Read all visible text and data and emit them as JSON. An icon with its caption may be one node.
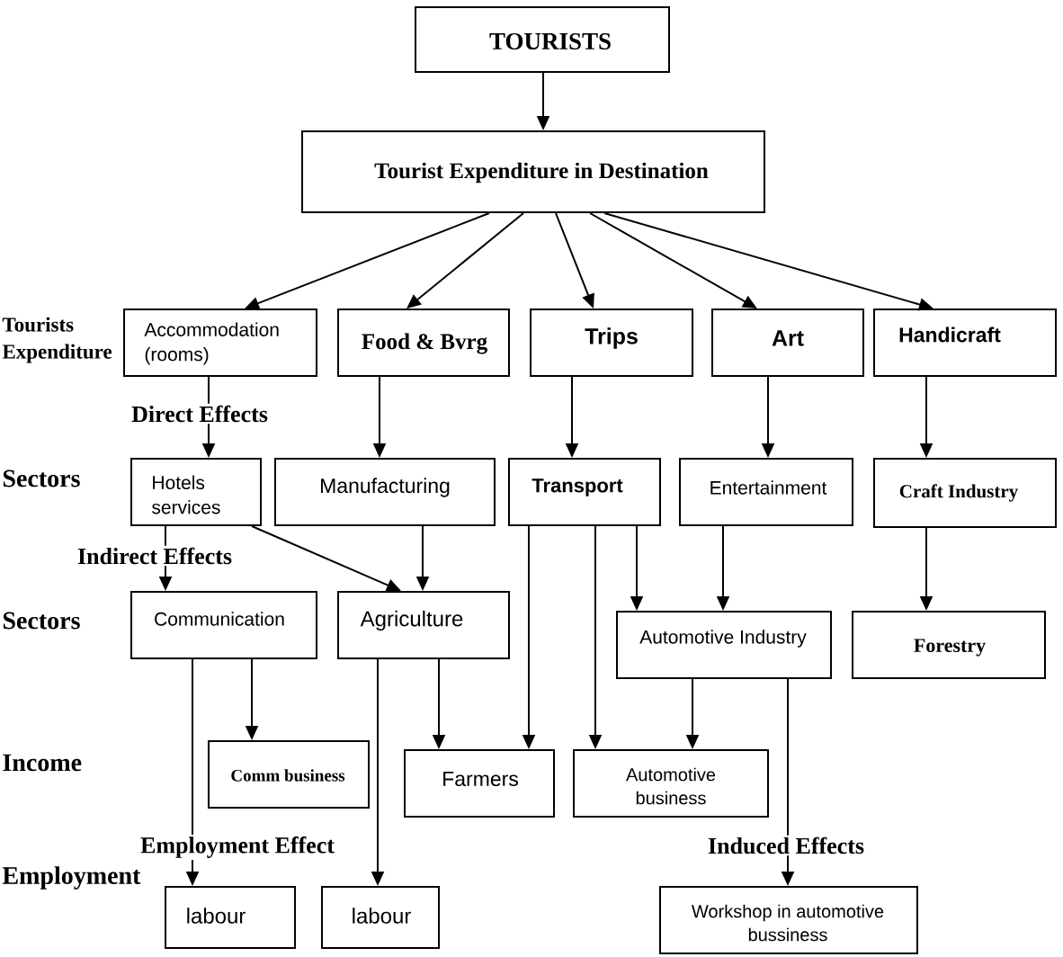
{
  "diagram": {
    "nodes": [
      {
        "text": [
          "TOURISTS"
        ]
      },
      {
        "text": [
          "Tourist Expenditure in Destination"
        ]
      },
      {
        "text": [
          "Accommodation (rooms)"
        ]
      },
      {
        "text": [
          "Food & Bvrg"
        ]
      },
      {
        "text": [
          "Trips"
        ]
      },
      {
        "text": [
          "Art"
        ]
      },
      {
        "text": [
          "Handicraft"
        ]
      },
      {
        "text": [
          "Hotels services"
        ]
      },
      {
        "text": [
          "Manufacturing"
        ]
      },
      {
        "text": [
          "Transport"
        ]
      },
      {
        "text": [
          "Entertainment"
        ]
      },
      {
        "text": [
          "Craft Industry"
        ]
      },
      {
        "text": [
          "Communication"
        ]
      },
      {
        "text": [
          "Agriculture"
        ]
      },
      {
        "text": [
          "Automotive Industry"
        ]
      },
      {
        "text": [
          "Forestry"
        ]
      },
      {
        "text": [
          "Comm business"
        ]
      },
      {
        "text": [
          "Farmers"
        ]
      },
      {
        "text": [
          "Automotive business"
        ]
      },
      {
        "text": [
          "labour"
        ]
      },
      {
        "text": [
          "labour"
        ]
      },
      {
        "text": [
          "Workshop in automotive bussiness"
        ]
      }
    ],
    "edges": [
      {
        "from": 0,
        "to": 1,
        "arrow": "to"
      },
      {
        "from": 1,
        "to": 2,
        "arrow": "to"
      },
      {
        "from": 1,
        "to": 3,
        "arrow": "to"
      },
      {
        "from": 1,
        "to": 4,
        "arrow": "to"
      },
      {
        "from": 1,
        "to": 5,
        "arrow": "to"
      },
      {
        "from": 1,
        "to": 6,
        "arrow": "to"
      },
      {
        "from": 2,
        "to": 7,
        "arrow": "to",
        "label": "Direct Effects"
      },
      {
        "from": 3,
        "to": 8,
        "arrow": "to"
      },
      {
        "from": 4,
        "to": 9,
        "arrow": "to"
      },
      {
        "from": 5,
        "to": 10,
        "arrow": "to"
      },
      {
        "from": 6,
        "to": 11,
        "arrow": "to"
      },
      {
        "from": 7,
        "to": 12,
        "arrow": "to",
        "label": "Indirect Effects"
      },
      {
        "from": 7,
        "to": 13,
        "arrow": "to"
      },
      {
        "from": 8,
        "to": 13,
        "arrow": "to"
      },
      {
        "from": 9,
        "to": 14,
        "arrow": "to"
      },
      {
        "from": 10,
        "to": 14,
        "arrow": "to"
      },
      {
        "from": 11,
        "to": 15,
        "arrow": "to"
      },
      {
        "from": 12,
        "to": 19,
        "arrow": "to",
        "label": "Employment Effect"
      },
      {
        "from": 12,
        "to": 16,
        "arrow": "to"
      },
      {
        "from": 13,
        "to": 20,
        "arrow": "to"
      },
      {
        "from": 13,
        "to": 17,
        "arrow": "to"
      },
      {
        "from": 9,
        "to": 17,
        "arrow": "to"
      },
      {
        "from": 9,
        "to": 18,
        "arrow": "to"
      },
      {
        "from": 14,
        "to": 18,
        "arrow": "to"
      },
      {
        "from": 14,
        "to": 21,
        "arrow": "to",
        "label": "Induced Effects"
      }
    ],
    "labels": [
      "Tourists Expenditure",
      "Sectors",
      "Sectors",
      "Income",
      "Employment"
    ]
  }
}
